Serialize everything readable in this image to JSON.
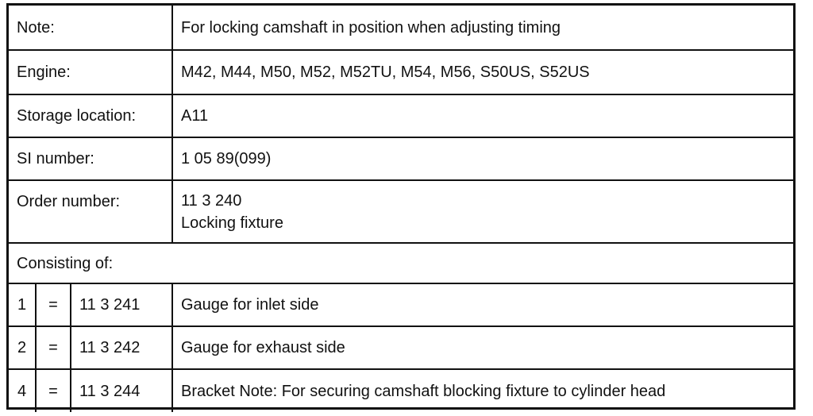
{
  "rows": {
    "note": {
      "label": "Note:",
      "value": "For locking camshaft in position when adjusting timing"
    },
    "engine": {
      "label": "Engine:",
      "value": "M42, M44, M50, M52, M52TU, M54, M56, S50US, S52US"
    },
    "storage": {
      "label": "Storage location:",
      "value": "A11"
    },
    "si": {
      "label": "SI number:",
      "value": "1 05 89(099)"
    },
    "order": {
      "label": "Order number:",
      "value_line1": "11 3 240",
      "value_line2": "Locking fixture"
    }
  },
  "consisting_label": "Consisting of:",
  "parts": [
    {
      "qty": "1",
      "sep": "=",
      "number": "11 3 241",
      "description": "Gauge for inlet side"
    },
    {
      "qty": "2",
      "sep": "=",
      "number": "11 3 242",
      "description": "Gauge for exhaust side"
    },
    {
      "qty": "4",
      "sep": "=",
      "number": "11 3 244",
      "description": "Bracket Note: For securing camshaft blocking fixture to cylinder head"
    }
  ]
}
